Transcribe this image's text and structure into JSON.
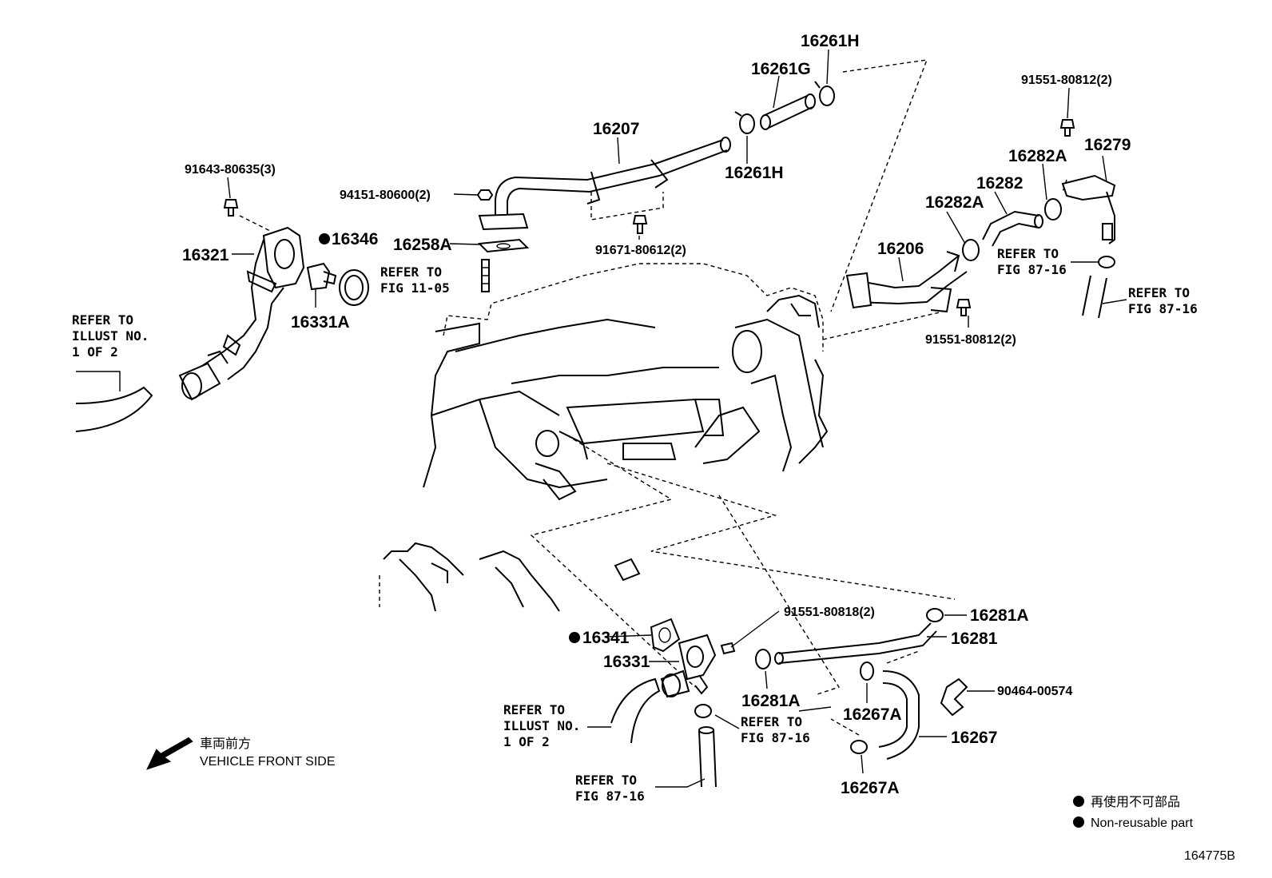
{
  "parts": {
    "p16261H_top": "16261H",
    "p16261G": "16261G",
    "p16261H_bottom": "16261H",
    "p16207": "16207",
    "p94151": "94151-80600(2)",
    "p16258A": "16258A",
    "p91671": "91671-80612(2)",
    "p91643": "91643-80635(3)",
    "p16321": "16321",
    "p16346": "16346",
    "p16331A": "16331A",
    "p91551_top": "91551-80812(2)",
    "p16282A_top": "16282A",
    "p16279": "16279",
    "p16282": "16282",
    "p16282A_left": "16282A",
    "p16206": "16206",
    "p91551_mid": "91551-80812(2)",
    "p91551_80818": "91551-80818(2)",
    "p16281A_right": "16281A",
    "p16281": "16281",
    "p16341": "16341",
    "p16331": "16331",
    "p16281A_bottom": "16281A",
    "p16267A_top": "16267A",
    "p90464": "90464-00574",
    "p16267": "16267",
    "p16267A_bottom": "16267A"
  },
  "refs": {
    "refer_to": "REFER TO",
    "fig_11_05": "FIG 11-05",
    "fig_87_16": "FIG 87-16",
    "illust_no": "ILLUST NO.",
    "one_of_two": "1 OF 2"
  },
  "legend": {
    "direction_jp": "車両前方",
    "direction_en": "VEHICLE FRONT SIDE",
    "non_reusable_jp": "再使用不可部品",
    "non_reusable_en": "Non-reusable part"
  },
  "figure_id": "164775B"
}
